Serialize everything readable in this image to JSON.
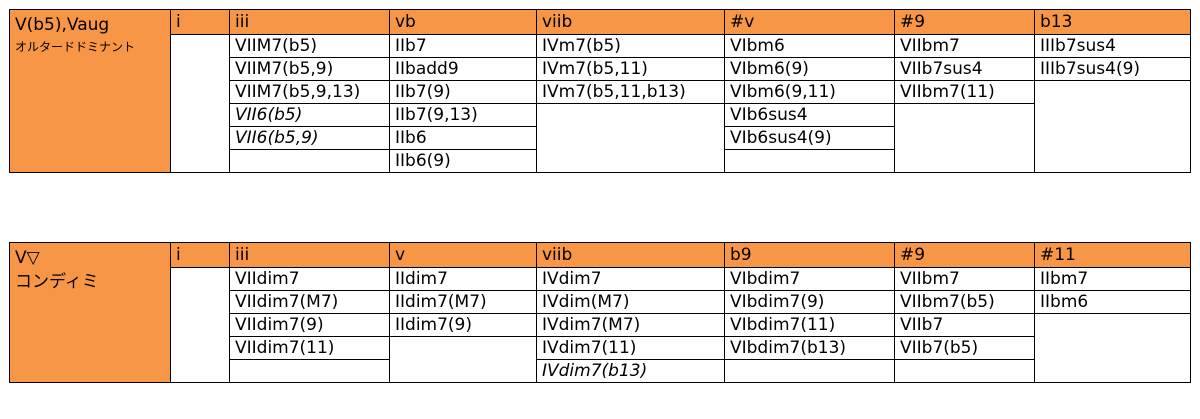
{
  "table1": {
    "label_title": "V(b5),Vaug",
    "label_sub": "オルタードドミナント",
    "headers": [
      "i",
      "iii",
      "vb",
      "viib",
      "#v",
      "#9",
      "b13"
    ],
    "col_iii": [
      "VIIM7(b5)",
      "VIIM7(b5,9)",
      "VIIM7(b5,9,13)",
      "VII6(b5)",
      "VII6(b5,9)"
    ],
    "col_v": [
      "IIb7",
      "IIbadd9",
      "IIb7(9)",
      "IIb7(9,13)",
      "IIb6",
      "IIb6(9)"
    ],
    "col_vii": [
      "IVm7(b5)",
      "IVm7(b5,11)",
      "IVm7(b5,11,b13)"
    ],
    "col_sharpv": [
      "VIbm6",
      "VIbm6(9)",
      "VIbm6(9,11)",
      "VIb6sus4",
      "VIb6sus4(9)"
    ],
    "col_nine": [
      "VIIbm7",
      "VIIb7sus4",
      "VIIbm7(11)"
    ],
    "col_last": [
      "IIIb7sus4",
      "IIIb7sus4(9)"
    ]
  },
  "table2": {
    "label_title": "V▽",
    "label_sub": "コンディミ",
    "headers": [
      "i",
      "iii",
      "v",
      "viib",
      "b9",
      "#9",
      "#11"
    ],
    "col_iii": [
      "VIIdim7",
      "VIIdim7(M7)",
      "VIIdim7(9)",
      "VIIdim7(11)"
    ],
    "col_v": [
      "IIdim7",
      "IIdim7(M7)",
      "IIdim7(9)"
    ],
    "col_vii": [
      "IVdim7",
      "IVdim(M7)",
      "IVdim7(M7)",
      "IVdim7(11)",
      "IVdim7(b13)"
    ],
    "col_sharpv": [
      "VIbdim7",
      "VIbdim7(9)",
      "VIbdim7(11)",
      "VIbdim7(b13)"
    ],
    "col_nine": [
      "VIIbm7",
      "VIIbm7(b5)",
      "VIIb7",
      "VIIb7(b5)"
    ],
    "col_last": [
      "IIbm7",
      "IIbm6"
    ]
  }
}
